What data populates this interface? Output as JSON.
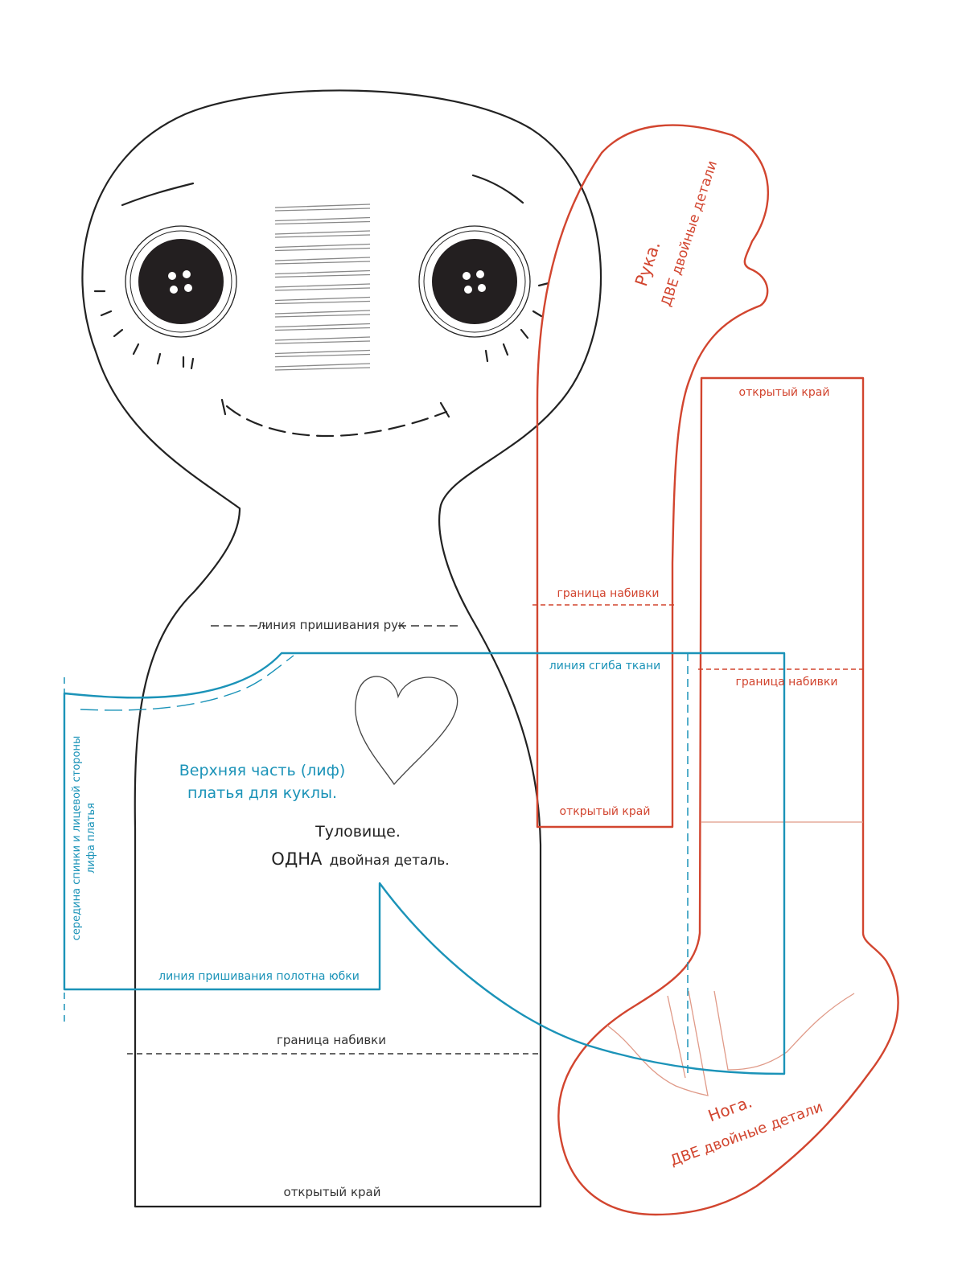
{
  "colors": {
    "body_outline": "#222222",
    "limb_outline": "#d2452f",
    "bodice_outline": "#1b93b8",
    "background": "#ffffff"
  },
  "torso": {
    "arm_line_label": "линия пришивания рук",
    "title_line1": "Туловище.",
    "title_line2_caps": "ОДНА",
    "title_line2_rest": "двойная деталь.",
    "stuffing_label": "граница набивки",
    "open_edge_label": "открытый край"
  },
  "bodice": {
    "title_line1": "Верхняя часть (лиф)",
    "title_line2": "платья для куклы.",
    "center_label_line1": "середина спинки и лицевой стороны",
    "center_label_line2": "лифа платья",
    "skirt_line_label": "линия пришивания полотна юбки"
  },
  "arm": {
    "title": "Рука.",
    "subtitle": "ДВЕ двойные детали",
    "stuffing_label": "граница набивки",
    "fold_label": "линия сгиба ткани",
    "open_edge_label": "открытый край"
  },
  "leg": {
    "title": "Нога.",
    "subtitle": "ДВЕ двойные детали",
    "open_edge_label": "открытый край",
    "stuffing_label": "граница набивки"
  },
  "icons": [
    "left-eye-button-icon",
    "right-eye-button-icon",
    "heart-icon",
    "nose-stitch-icon"
  ]
}
